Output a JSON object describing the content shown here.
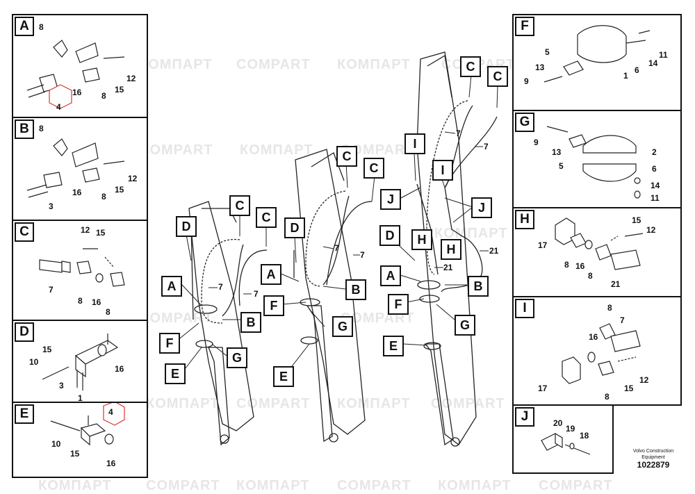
{
  "watermarks": {
    "latin": "COMPART",
    "cyrillic": "КОМПАРТ"
  },
  "panels": {
    "A": {
      "letter": "A",
      "parts": [
        "8",
        "12",
        "16",
        "8",
        "15",
        "4"
      ]
    },
    "B": {
      "letter": "B",
      "parts": [
        "8",
        "12",
        "16",
        "15",
        "8",
        "3"
      ]
    },
    "C": {
      "letter": "C",
      "parts": [
        "12",
        "15",
        "7",
        "8",
        "16",
        "8"
      ]
    },
    "D": {
      "letter": "D",
      "parts": [
        "15",
        "10",
        "16",
        "3",
        "1"
      ]
    },
    "E": {
      "letter": "E",
      "parts": [
        "4",
        "10",
        "15",
        "16"
      ]
    },
    "F": {
      "letter": "F",
      "parts": [
        "5",
        "11",
        "13",
        "14",
        "6",
        "9",
        "1"
      ]
    },
    "G": {
      "letter": "G",
      "parts": [
        "9",
        "13",
        "2",
        "5",
        "6",
        "14",
        "11"
      ]
    },
    "H": {
      "letter": "H",
      "parts": [
        "15",
        "12",
        "17",
        "8",
        "16",
        "8",
        "21"
      ]
    },
    "I": {
      "letter": "I",
      "parts": [
        "8",
        "7",
        "16",
        "15",
        "12",
        "17",
        "8"
      ]
    },
    "J": {
      "letter": "J",
      "parts": [
        "20",
        "19",
        "18"
      ]
    }
  },
  "main": {
    "left_boom": {
      "callouts": [
        "C",
        "C",
        "D",
        "A",
        "B",
        "F",
        "G",
        "E"
      ],
      "parts": [
        "7",
        "7"
      ]
    },
    "mid_boom": {
      "callouts": [
        "C",
        "C",
        "D",
        "A",
        "B",
        "F",
        "G",
        "E"
      ],
      "parts": [
        "7",
        "7"
      ]
    },
    "right_boom": {
      "callouts": [
        "C",
        "C",
        "I",
        "I",
        "J",
        "J",
        "H",
        "H",
        "D",
        "A",
        "B",
        "F",
        "G",
        "E"
      ],
      "parts": [
        "7",
        "7",
        "21",
        "21"
      ]
    }
  },
  "credit": {
    "company": "Volvo Construction Equipment",
    "figure_number": "1022879"
  }
}
